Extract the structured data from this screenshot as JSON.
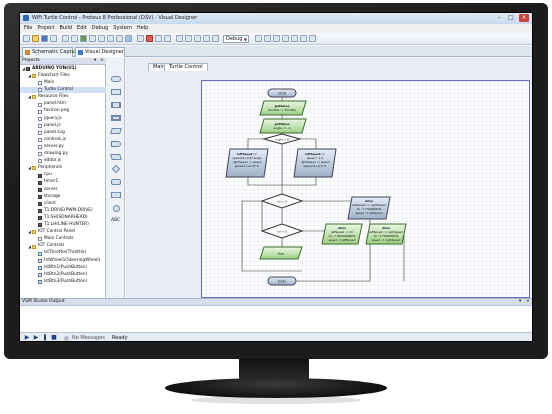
{
  "window": {
    "title": "WiFi Turtle Control - Proteus 8 Professional (DSV) - Visual Designer"
  },
  "menu": [
    "File",
    "Project",
    "Build",
    "Edit",
    "Debug",
    "System",
    "Help"
  ],
  "toolbar": {
    "build_config": "Debug"
  },
  "doc_tabs": [
    {
      "label": "Schematic Capture",
      "active": false
    },
    {
      "label": "Visual Designer",
      "active": true
    }
  ],
  "projects": {
    "header": "Projects",
    "tree": [
      {
        "label": "ARDUINO YUN(U1)",
        "depth": 0,
        "icon": "chip-icon",
        "bold": true
      },
      {
        "label": "Flowchart Files",
        "depth": 1,
        "icon": "folder-icon"
      },
      {
        "label": "Main",
        "depth": 2,
        "icon": "file-icon"
      },
      {
        "label": "Turtle Control",
        "depth": 2,
        "icon": "file-icon",
        "selected": true
      },
      {
        "label": "Resource Files",
        "depth": 1,
        "icon": "folder-icon"
      },
      {
        "label": "panel.htm",
        "depth": 2,
        "icon": "file-icon"
      },
      {
        "label": "favicon.png",
        "depth": 2,
        "icon": "file-icon"
      },
      {
        "label": "jquery.js",
        "depth": 2,
        "icon": "file-icon"
      },
      {
        "label": "panel.js",
        "depth": 2,
        "icon": "file-icon"
      },
      {
        "label": "panel.svg",
        "depth": 2,
        "icon": "file-icon"
      },
      {
        "label": "controls.js",
        "depth": 2,
        "icon": "file-icon"
      },
      {
        "label": "server.py",
        "depth": 2,
        "icon": "file-icon"
      },
      {
        "label": "drawing.py",
        "depth": 2,
        "icon": "file-icon"
      },
      {
        "label": "editor.js",
        "depth": 2,
        "icon": "file-icon"
      },
      {
        "label": "Peripherals",
        "depth": 1,
        "icon": "folder-icon"
      },
      {
        "label": "cpu",
        "depth": 2,
        "icon": "chip-icon"
      },
      {
        "label": "timer1",
        "depth": 2,
        "icon": "chip-icon"
      },
      {
        "label": "server",
        "depth": 2,
        "icon": "chip-icon"
      },
      {
        "label": "storage",
        "depth": 2,
        "icon": "chip-icon"
      },
      {
        "label": "client",
        "depth": 2,
        "icon": "chip-icon"
      },
      {
        "label": "T1:DRIVE(PWM-DRIVE)",
        "depth": 2,
        "icon": "chip-icon"
      },
      {
        "label": "T1:SH(SONARHEAD)",
        "depth": 2,
        "icon": "chip-icon"
      },
      {
        "label": "T1:LH(LINE-HUNTER)",
        "depth": 2,
        "icon": "chip-icon"
      },
      {
        "label": "IOT Control Panel",
        "depth": 1,
        "icon": "folder-icon"
      },
      {
        "label": "Main Controls",
        "depth": 2,
        "icon": "file-icon"
      },
      {
        "label": "IOT Controls",
        "depth": 1,
        "icon": "folder-icon"
      },
      {
        "label": "lstThrottle(Throttle)",
        "depth": 2,
        "icon": "control-icon"
      },
      {
        "label": "lstWheel1(SteeringWheel)",
        "depth": 2,
        "icon": "control-icon"
      },
      {
        "label": "lstBtn1(PushButton)",
        "depth": 2,
        "icon": "control-icon"
      },
      {
        "label": "lstBtn2(PushButton)",
        "depth": 2,
        "icon": "control-icon"
      },
      {
        "label": "lstBtn3(PushButton)",
        "depth": 2,
        "icon": "control-icon"
      }
    ]
  },
  "palette": {
    "text_tool": "ABC"
  },
  "editor_tabs": [
    {
      "label": "Main",
      "active": false
    },
    {
      "label": "Turtle Control",
      "active": true
    }
  ],
  "flowchart": {
    "start": "Ctrld",
    "get_throttle": [
      "getValue",
      "throttle := throttle"
    ],
    "get_wheel": [
      "getValue",
      "angle := -1"
    ],
    "decision_top": "angle < 0",
    "left_action": [
      "leftSpeed :=",
      "speed/(1+0.4)*angle",
      "rightSpeed := speed",
      "speed/(1+0.4)*1)"
    ],
    "right_action": [
      "leftSpeed :=",
      "speed * 1.0",
      "rightSpeed := speed",
      "speed/(1+0.4)*1"
    ],
    "decision_mid": "dir > 0",
    "decision_low": "dir < 0",
    "drive_fwd": [
      "drive",
      "leftSpeed := rightSpeed",
      "dir := FORWARDS",
      "speed := leftSpeed"
    ],
    "drive_rev1": [
      "drive",
      "leftSpeed := dir",
      "dir := BACKWARDS",
      "speed := leftSpeed"
    ],
    "drive_rev2": [
      "drive",
      "leftSpeed := rightSpeed",
      "dir := FORWARDS",
      "speed := rightSpeed"
    ],
    "stop_block": "stop",
    "end": "Ends"
  },
  "output": {
    "header": "VSM Studio Output"
  },
  "status": {
    "messages": "No Messages",
    "state": "Ready"
  }
}
